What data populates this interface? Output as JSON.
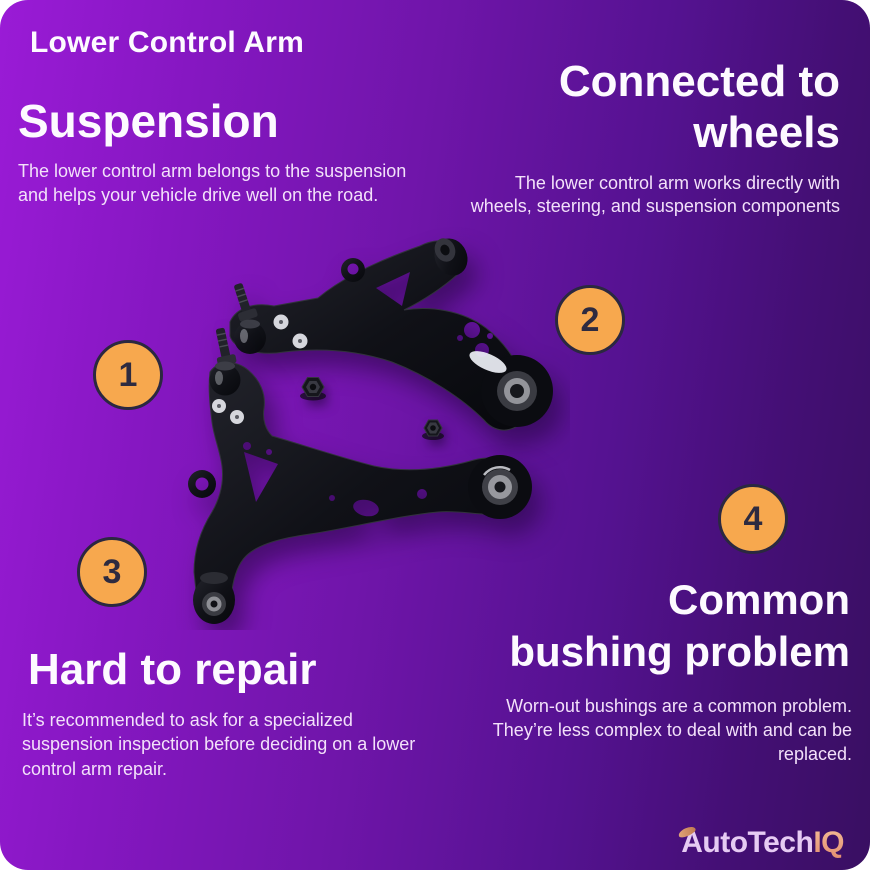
{
  "title": "Lower Control Arm",
  "sections": {
    "suspension": {
      "heading": "Suspension",
      "body": "The lower control arm belongs to the suspension and helps your vehicle drive well on the road."
    },
    "connected": {
      "line1": "Connected to",
      "line2": "wheels",
      "body": "The lower control arm works directly with wheels, steering, and suspension components"
    },
    "hard": {
      "heading": "Hard to repair",
      "body": "It’s recommended to ask for a specialized suspension inspection before deciding on a lower control arm repair."
    },
    "bushing": {
      "line1": "Common",
      "line2": "bushing problem",
      "body": "Worn-out bushings are a common problem. They’re less complex to deal with and can be replaced."
    }
  },
  "markers": {
    "m1": "1",
    "m2": "2",
    "m3": "3",
    "m4": "4"
  },
  "logo": {
    "text_main": "AutoTech",
    "text_accent": "IQ"
  },
  "illustration": {
    "name": "lower-control-arm-parts-photo"
  },
  "colors": {
    "background_bright": "#9A1BD6",
    "background_dark": "#390F62",
    "marker_fill": "#F7A84E",
    "marker_border": "#2B2840",
    "marker_text": "#2E2B40",
    "heading_text": "#FDFAFF",
    "body_text": "#F3E1FA",
    "logo_main": "#E6CBF3",
    "logo_accent": "#E28D70"
  }
}
